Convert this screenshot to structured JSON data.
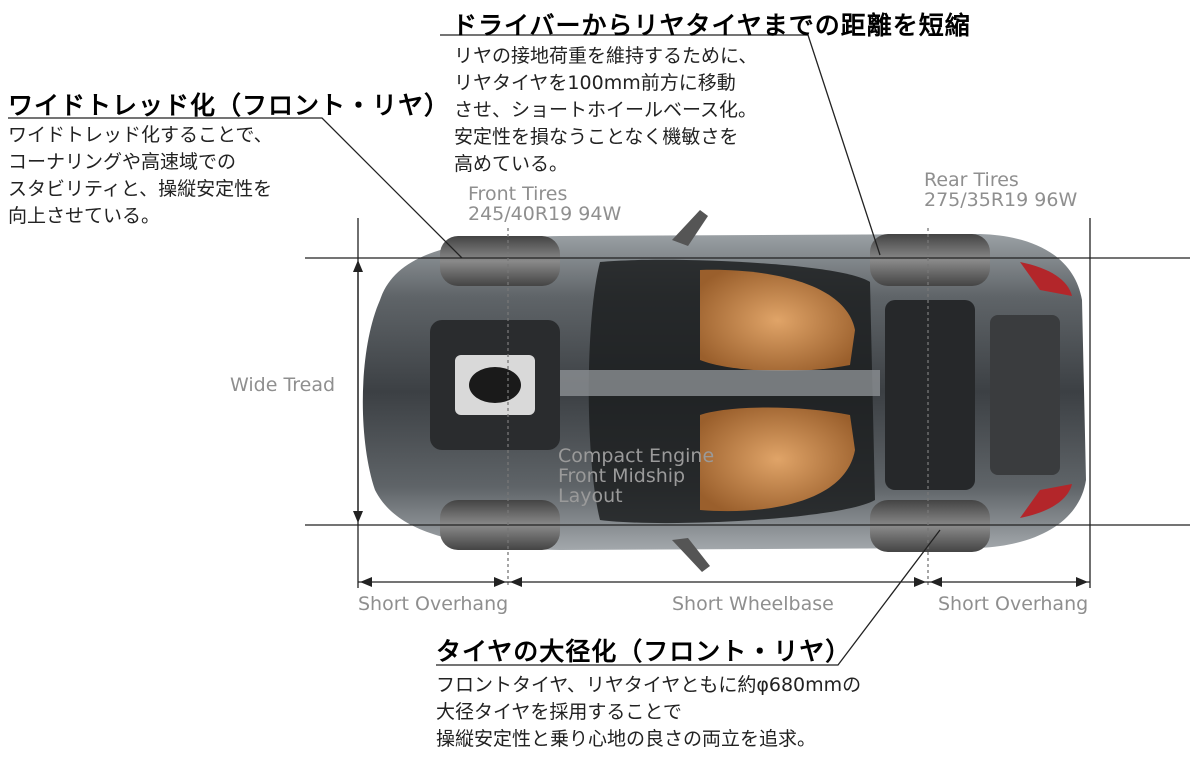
{
  "rear_callout": {
    "title": "ドライバーからリヤタイヤまでの距離を短縮",
    "lines": [
      "リヤの接地荷重を維持するために、",
      "リヤタイヤを100mm前方に移動",
      "させ、ショートホイールベース化。",
      "安定性を損なうことなく機敏さを",
      "高めている。"
    ]
  },
  "tread_callout": {
    "title": "ワイドトレッド化（フロント・リヤ）",
    "lines": [
      "ワイドトレッド化することで、",
      "コーナリングや高速域での",
      "スタビリティと、操縦安定性を",
      "向上させている。"
    ]
  },
  "tire_callout": {
    "title": "タイヤの大径化（フロント・リヤ）",
    "lines": [
      "フロントタイヤ、リヤタイヤともに約φ680mmの",
      "大径タイヤを採用することで",
      "操縦安定性と乗り心地の良さの両立を追求。"
    ]
  },
  "labels": {
    "front_tires_title": "Front Tires",
    "front_tires_size": "245/40R19 94W",
    "rear_tires_title": "Rear Tires",
    "rear_tires_size": "275/35R19 96W",
    "wide_tread": "Wide Tread",
    "engine_line1": "Compact Engine",
    "engine_line2": "Front Midship",
    "engine_line3": "Layout",
    "short_overhang_front": "Short Overhang",
    "short_wheelbase": "Short Wheelbase",
    "short_overhang_rear": "Short Overhang"
  },
  "colors": {
    "body": "#6f7478",
    "interior": "#c98a4e",
    "rear_lamp": "#b3262a",
    "dimension_line": "#222222",
    "label_gray": "#8f8f8f"
  }
}
